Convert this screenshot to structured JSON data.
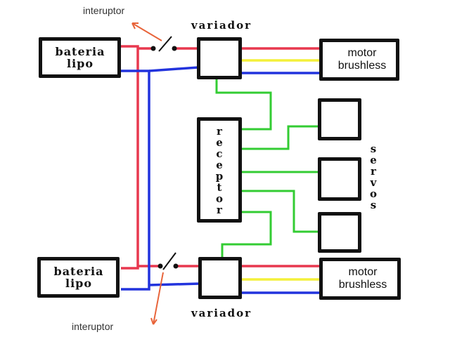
{
  "labels": {
    "battery_top": "bateria lipo",
    "battery_bottom": "bateria lipo",
    "esc_top": "variador",
    "esc_bottom": "variador",
    "motor_top": "motor brushless",
    "motor_bottom": "motor brushless",
    "receiver": "receptor",
    "servos": "servos",
    "switch_top": "interuptor",
    "switch_bottom": "interuptor"
  },
  "colors": {
    "positive_wire": "#e8384f",
    "negative_wire": "#2233dd",
    "signal_wire": "#f4f03a",
    "servo_wire": "#33cc33",
    "switch_arrow": "#e8643a",
    "box_border": "#111111"
  }
}
